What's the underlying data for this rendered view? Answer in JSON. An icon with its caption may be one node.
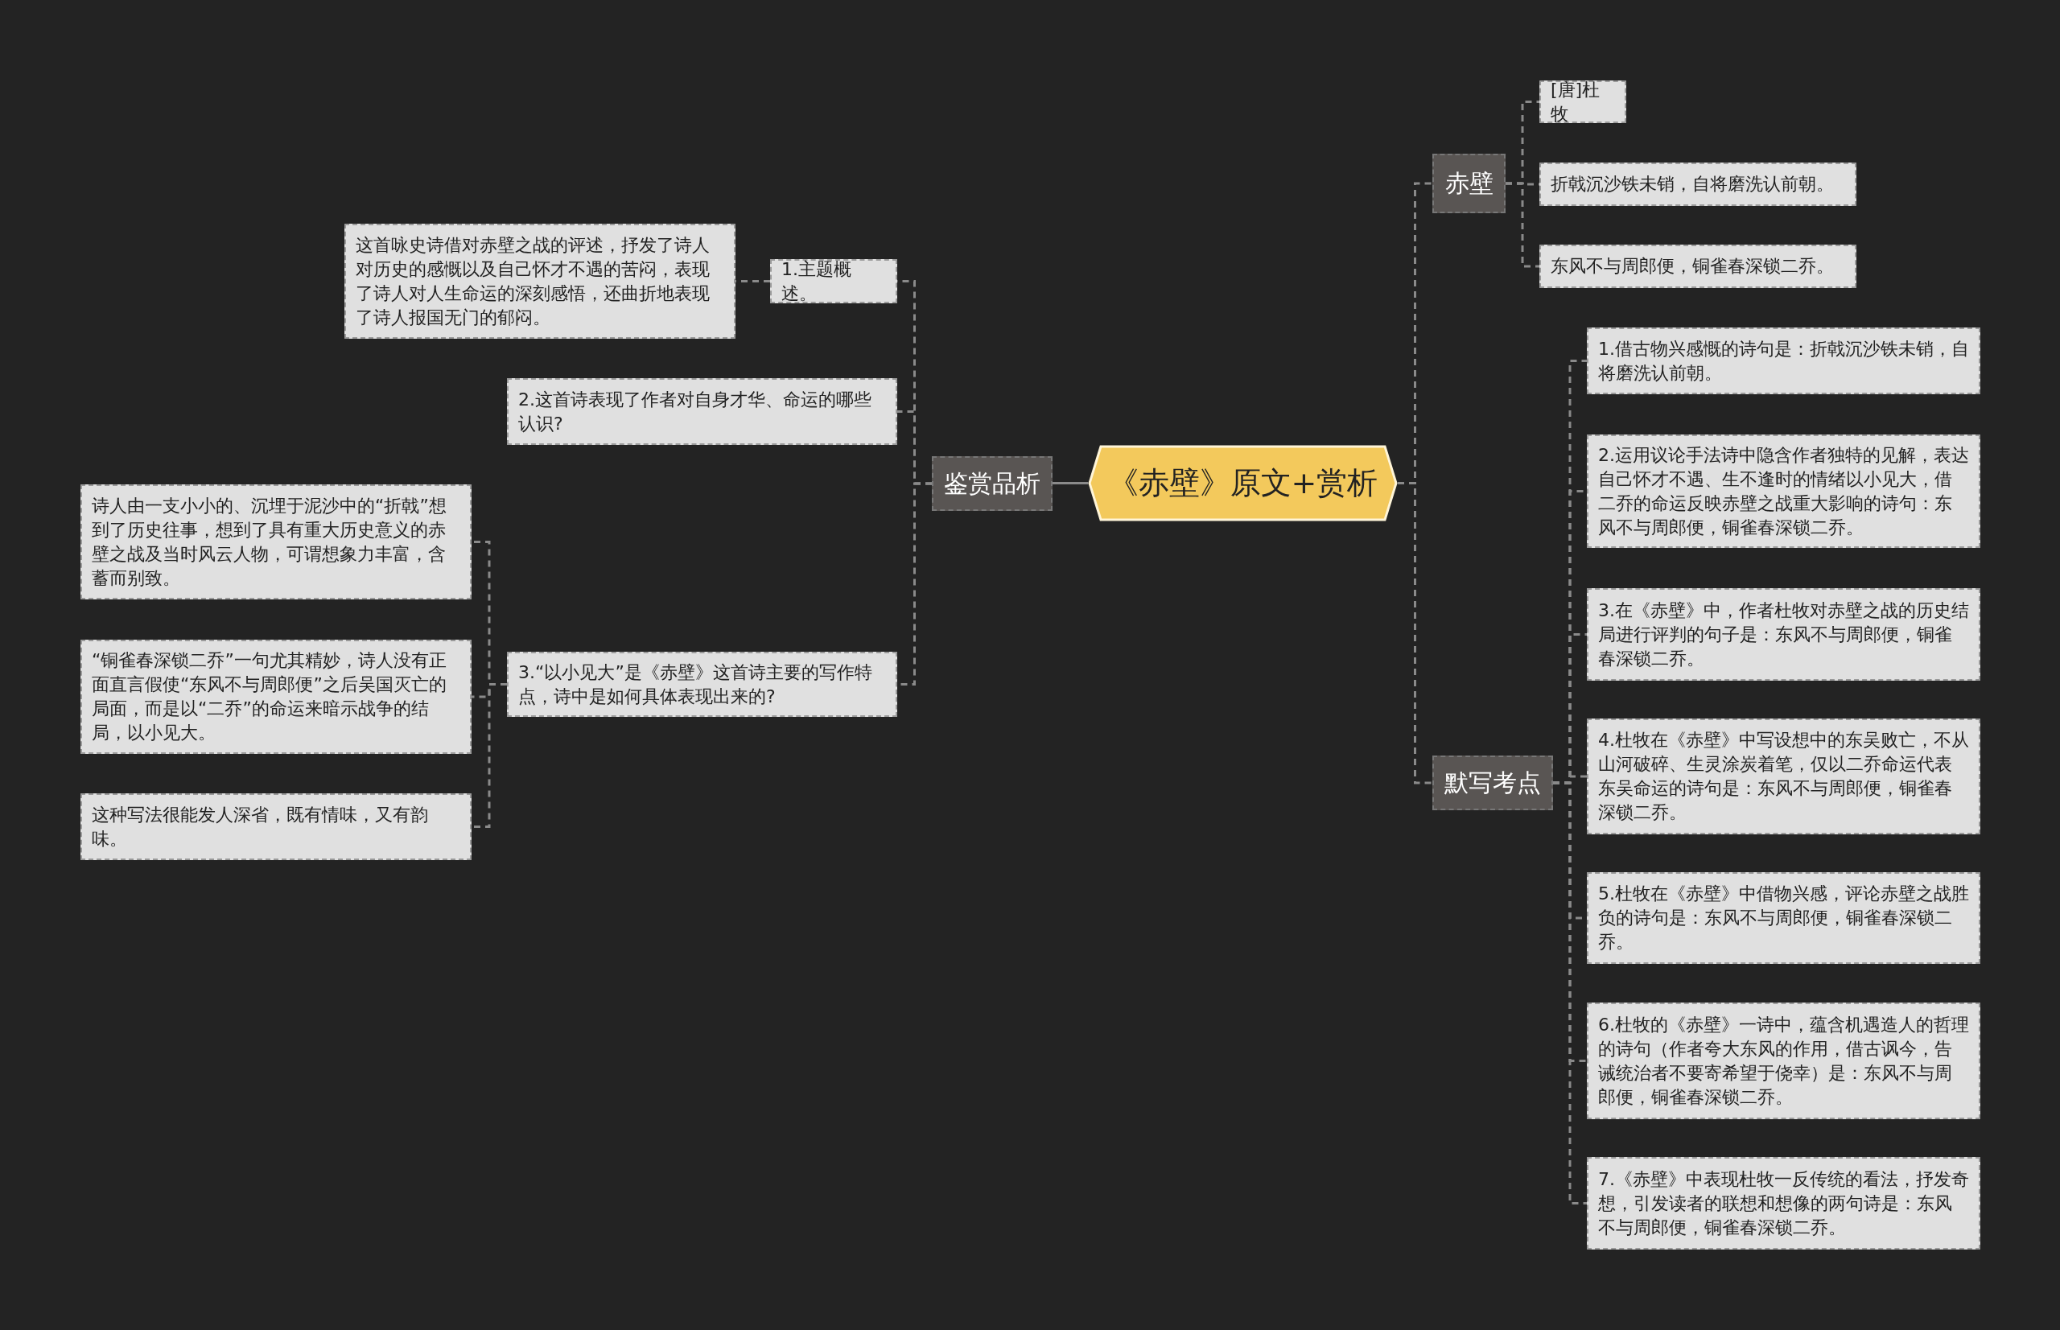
{
  "diagram": {
    "nodes": [
      {
        "text": [
          "《赤壁》原文+赏析"
        ]
      },
      {
        "text": [
          "鉴赏品析"
        ]
      },
      {
        "text": [
          "1.主题概述。"
        ]
      },
      {
        "text": [
          "这首咏史诗借对赤壁之战的评述，抒发了诗人对历史的感慨以及自己怀才不遇的苦闷，表现了诗人对人生命运的深刻感悟，还曲折地表现了诗人报国无门的郁闷。"
        ]
      },
      {
        "text": [
          "2.这首诗表现了作者对自身才华、命运的哪些认识?"
        ]
      },
      {
        "text": [
          "3.“以小见大”是《赤壁》这首诗主要的写作特点，诗中是如何具体表现出来的?"
        ]
      },
      {
        "text": [
          "诗人由一支小小的、沉埋于泥沙中的“折戟”想到了历史往事，想到了具有重大历史意义的赤壁之战及当时风云人物，可谓想象力丰富，含蓄而别致。"
        ]
      },
      {
        "text": [
          "“铜雀春深锁二乔”一句尤其精妙，诗人没有正面直言假使“东风不与周郎便”之后吴国灭亡的局面，而是以“二乔”的命运来暗示战争的结局，以小见大。"
        ]
      },
      {
        "text": [
          "这种写法很能发人深省，既有情味，又有韵味。"
        ]
      },
      {
        "text": [
          "赤壁"
        ]
      },
      {
        "text": [
          "[唐]杜牧"
        ]
      },
      {
        "text": [
          "折戟沉沙铁未销，自将磨洗认前朝。"
        ]
      },
      {
        "text": [
          "东风不与周郎便，铜雀春深锁二乔。"
        ]
      },
      {
        "text": [
          "默写考点"
        ]
      },
      {
        "text": [
          "1.借古物兴感慨的诗句是：折戟沉沙铁未销，自将磨洗认前朝。"
        ]
      },
      {
        "text": [
          "2.运用议论手法诗中隐含作者独特的见解，表达自己怀才不遇、生不逢时的情绪以小见大，借二乔的命运反映赤壁之战重大影响的诗句：东风不与周郎便，铜雀春深锁二乔。"
        ]
      },
      {
        "text": [
          "3.在《赤壁》中，作者杜牧对赤壁之战的历史结局进行评判的句子是：东风不与周郎便，铜雀春深锁二乔。"
        ]
      },
      {
        "text": [
          "4.杜牧在《赤壁》中写设想中的东吴败亡，不从山河破碎、生灵涂炭着笔，仅以二乔命运代表东吴命运的诗句是：东风不与周郎便，铜雀春深锁二乔。"
        ]
      },
      {
        "text": [
          "5.杜牧在《赤壁》中借物兴感，评论赤壁之战胜负的诗句是：东风不与周郎便，铜雀春深锁二乔。"
        ]
      },
      {
        "text": [
          "6.杜牧的《赤壁》一诗中，蕴含机遇造人的哲理的诗句（作者夸大东风的作用，借古讽今，告诫统治者不要寄希望于侥幸）是：东风不与周郎便，铜雀春深锁二乔。"
        ]
      },
      {
        "text": [
          "7.《赤壁》中表现杜牧一反传统的看法，抒发奇想，引发读者的联想和想像的两句诗是：东风不与周郎便，铜雀春深锁二乔。"
        ]
      }
    ],
    "edges": [
      {
        "from": 0,
        "to": 1,
        "arrow": "none"
      },
      {
        "from": 1,
        "to": 2,
        "arrow": "none",
        "style": "dashed"
      },
      {
        "from": 2,
        "to": 3,
        "arrow": "none",
        "style": "dashed"
      },
      {
        "from": 1,
        "to": 4,
        "arrow": "none",
        "style": "dashed"
      },
      {
        "from": 1,
        "to": 5,
        "arrow": "none",
        "style": "dashed"
      },
      {
        "from": 5,
        "to": 6,
        "arrow": "none",
        "style": "dashed"
      },
      {
        "from": 5,
        "to": 7,
        "arrow": "none",
        "style": "dashed"
      },
      {
        "from": 5,
        "to": 8,
        "arrow": "none",
        "style": "dashed"
      },
      {
        "from": 0,
        "to": 9,
        "arrow": "none",
        "style": "dashed"
      },
      {
        "from": 9,
        "to": 10,
        "arrow": "none",
        "style": "dashed"
      },
      {
        "from": 9,
        "to": 11,
        "arrow": "none",
        "style": "dashed"
      },
      {
        "from": 9,
        "to": 12,
        "arrow": "none",
        "style": "dashed"
      },
      {
        "from": 0,
        "to": 13,
        "arrow": "none",
        "style": "dashed"
      },
      {
        "from": 13,
        "to": 14,
        "arrow": "none",
        "style": "dashed"
      },
      {
        "from": 13,
        "to": 15,
        "arrow": "none",
        "style": "dashed"
      },
      {
        "from": 13,
        "to": 16,
        "arrow": "none",
        "style": "dashed"
      },
      {
        "from": 13,
        "to": 17,
        "arrow": "none",
        "style": "dashed"
      },
      {
        "from": 13,
        "to": 18,
        "arrow": "none",
        "style": "dashed"
      },
      {
        "from": 13,
        "to": 19,
        "arrow": "none",
        "style": "dashed"
      },
      {
        "from": 13,
        "to": 20,
        "arrow": "none",
        "style": "dashed"
      }
    ]
  }
}
